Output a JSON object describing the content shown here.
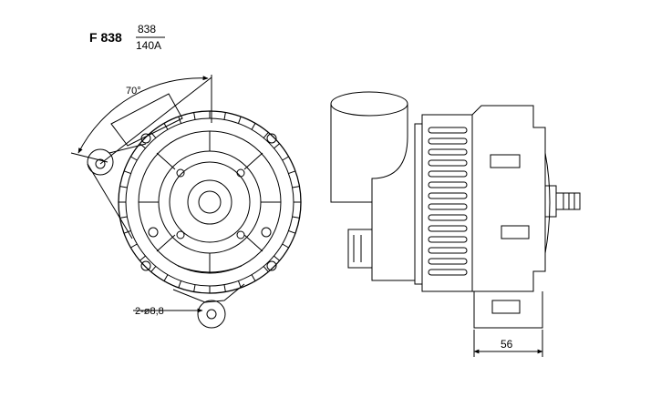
{
  "header": {
    "model": "F 838",
    "fraction_top": "838",
    "fraction_bottom": "140A"
  },
  "front_view": {
    "angle_label": "70°",
    "hole_label": "2-ø8,8"
  },
  "side_view": {
    "dimension_label": "56"
  }
}
